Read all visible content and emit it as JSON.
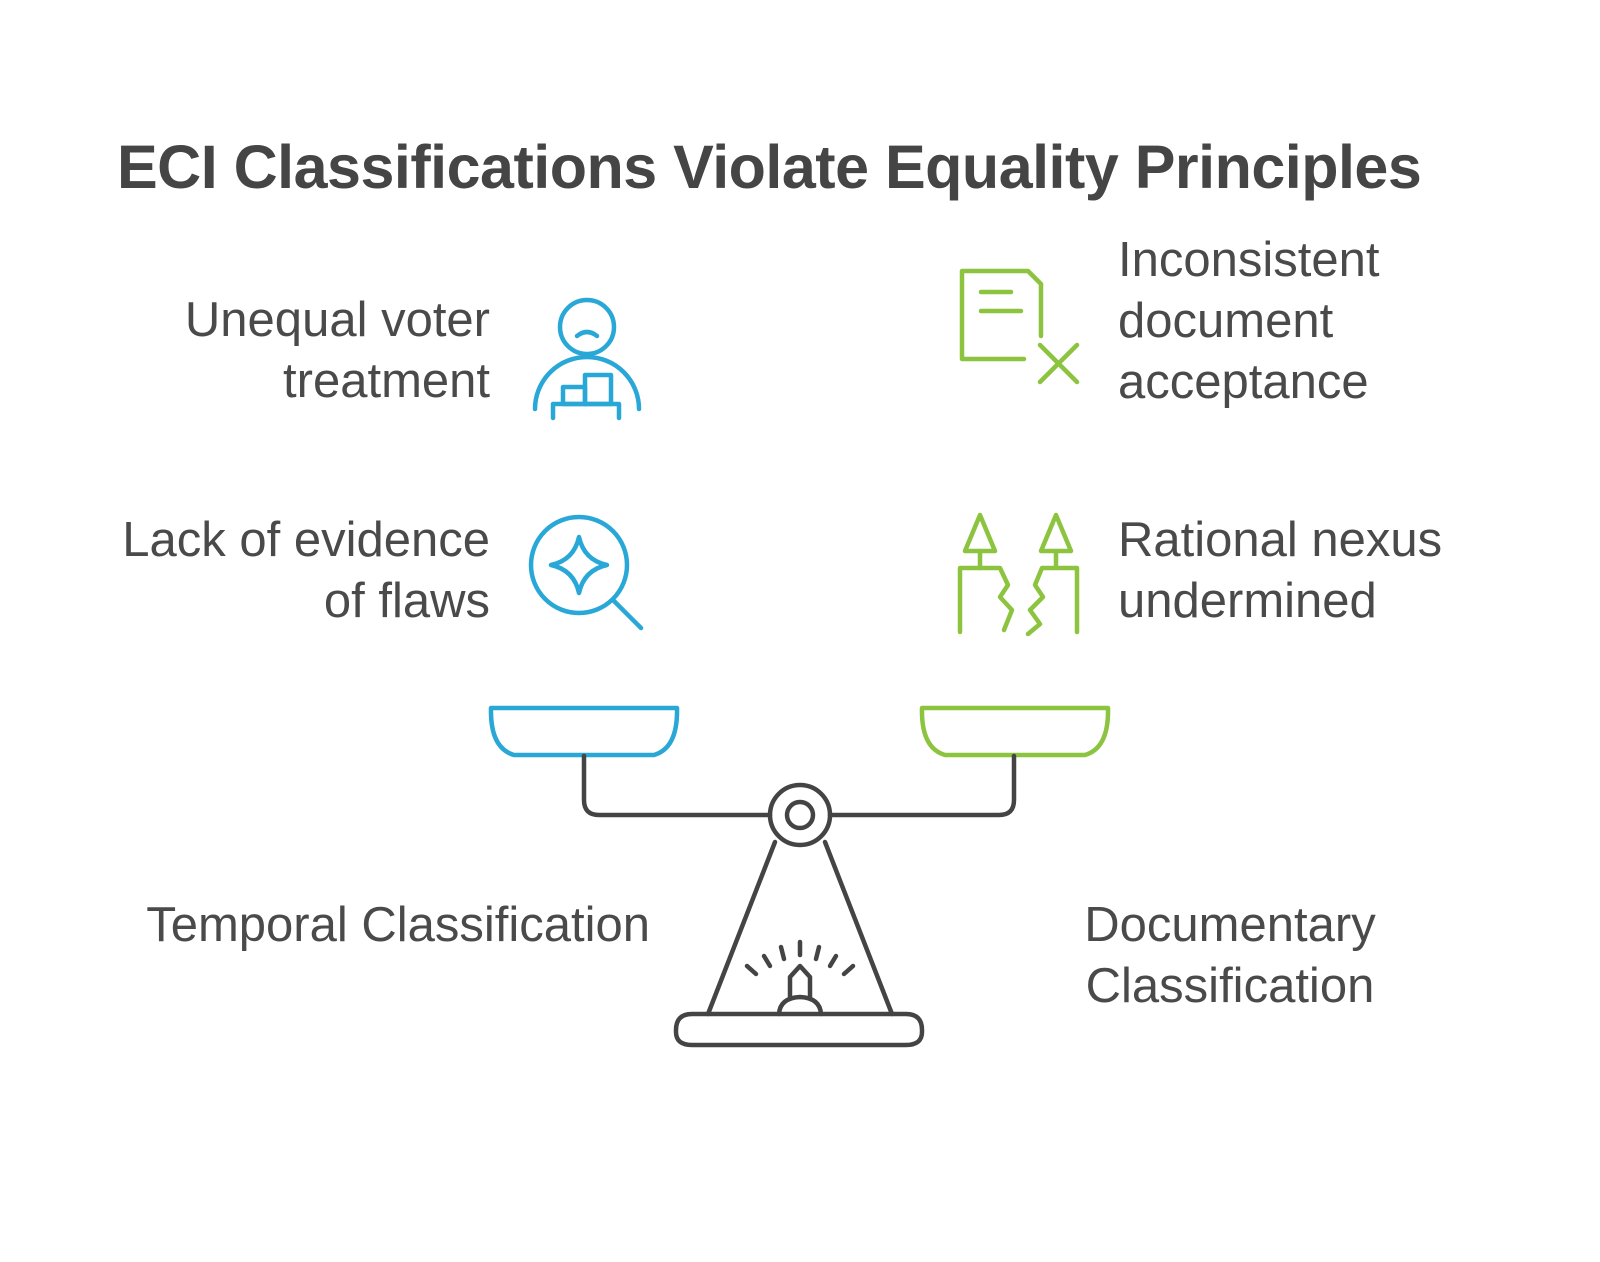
{
  "title": "ECI Classifications Violate Equality Principles",
  "left_items": [
    {
      "lines": [
        "Unequal voter",
        "treatment"
      ],
      "icon": "person-podium-icon"
    },
    {
      "lines": [
        "Lack of evidence",
        "of flaws"
      ],
      "icon": "magnifier-sparkle-icon"
    }
  ],
  "right_items": [
    {
      "lines": [
        "Inconsistent",
        "document",
        "acceptance"
      ],
      "icon": "document-x-icon"
    },
    {
      "lines": [
        "Rational nexus",
        "undermined"
      ],
      "icon": "broken-bridge-icon"
    }
  ],
  "left_pan_label": "Temporal Classification",
  "right_pan_label": {
    "lines": [
      "Documentary",
      "Classification"
    ]
  },
  "colors": {
    "blue": "#29a8d8",
    "green": "#8dc43f",
    "dark": "#444444",
    "text": "#4a4a4a"
  }
}
